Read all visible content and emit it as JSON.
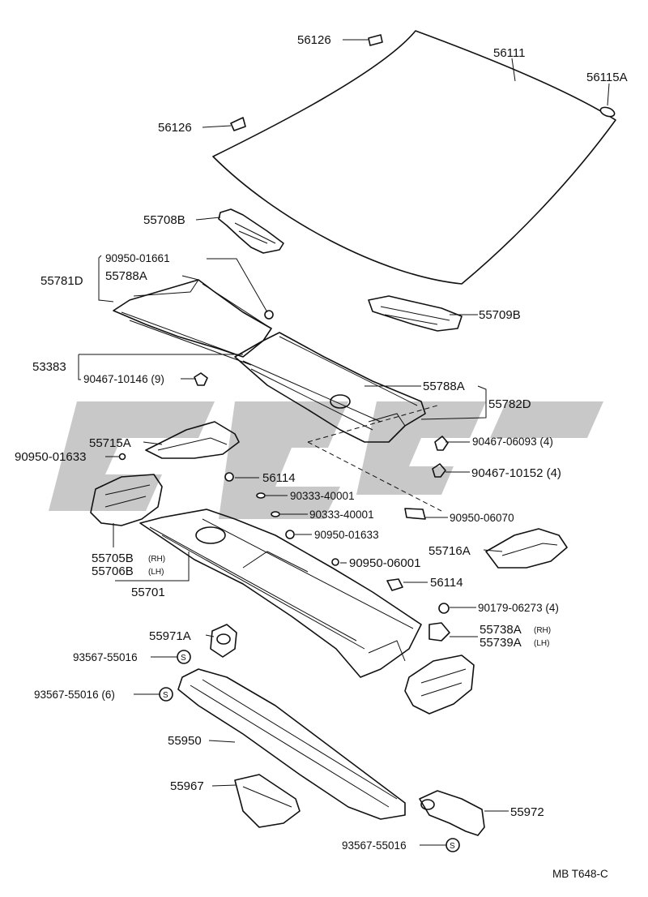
{
  "labels": {
    "p56126_top": "56126",
    "p56111": "56111",
    "p56115A": "56115A",
    "p56126_mid": "56126",
    "p55708B": "55708B",
    "p90950_01661": "90950-01661",
    "p55781D": "55781D",
    "p55788A_top": "55788A",
    "p55709B": "55709B",
    "p53383": "53383",
    "p90467_10146": "90467-10146 (9)",
    "p55788A_mid": "55788A",
    "p55782D": "55782D",
    "p55715A": "55715A",
    "p90950_01633_left": "90950-01633",
    "p90467_06093": "90467-06093 (4)",
    "p56114_top": "56114",
    "p90467_10152": "90467-10152 (4)",
    "p90333_40001_a": "90333-40001",
    "p90333_40001_b": "90333-40001",
    "p90950_06070": "90950-06070",
    "p90950_01633_mid": "90950-01633",
    "p55716A": "55716A",
    "p55705B": "55705B",
    "p55705B_side": "(RH)",
    "p55706B": "55706B",
    "p55706B_side": "(LH)",
    "p90950_06001": "90950-06001",
    "p56114_mid": "56114",
    "p55701": "55701",
    "p90179_06273": "90179-06273 (4)",
    "p55971A": "55971A",
    "p55738A": "55738A",
    "p55738A_side": "(RH)",
    "p55739A": "55739A",
    "p55739A_side": "(LH)",
    "p93567_55016_a": "93567-55016",
    "p93567_55016_b": "93567-55016 (6)",
    "p55950": "55950",
    "p55967": "55967",
    "p55972": "55972",
    "p93567_55016_c": "93567-55016",
    "footer_code": "MB T648-C",
    "clip_symbol": "S"
  }
}
